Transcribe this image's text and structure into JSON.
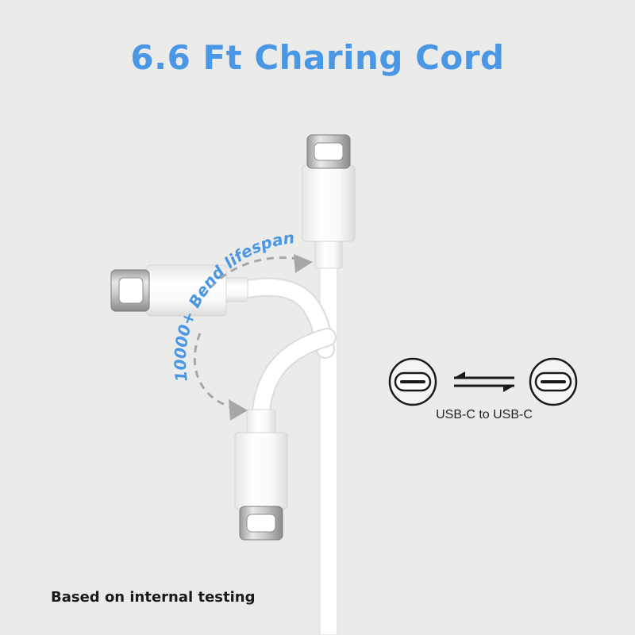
{
  "headline": "6.6 Ft Charing Cord",
  "bend_label": "10000+ Bend lifespan",
  "type_caption": "USB-C to USB-C",
  "footnote": "Based on internal testing",
  "icons": {
    "usb_c_port_left": "usb-c-port-icon",
    "usb_c_port_right": "usb-c-port-icon",
    "bidirectional_arrows": "bidirectional-arrows-icon"
  },
  "colors": {
    "background": "#ebebe9",
    "accent_blue": "#4a97e6",
    "cable_white": "#ffffff",
    "text_dark": "#1a1a1a"
  }
}
